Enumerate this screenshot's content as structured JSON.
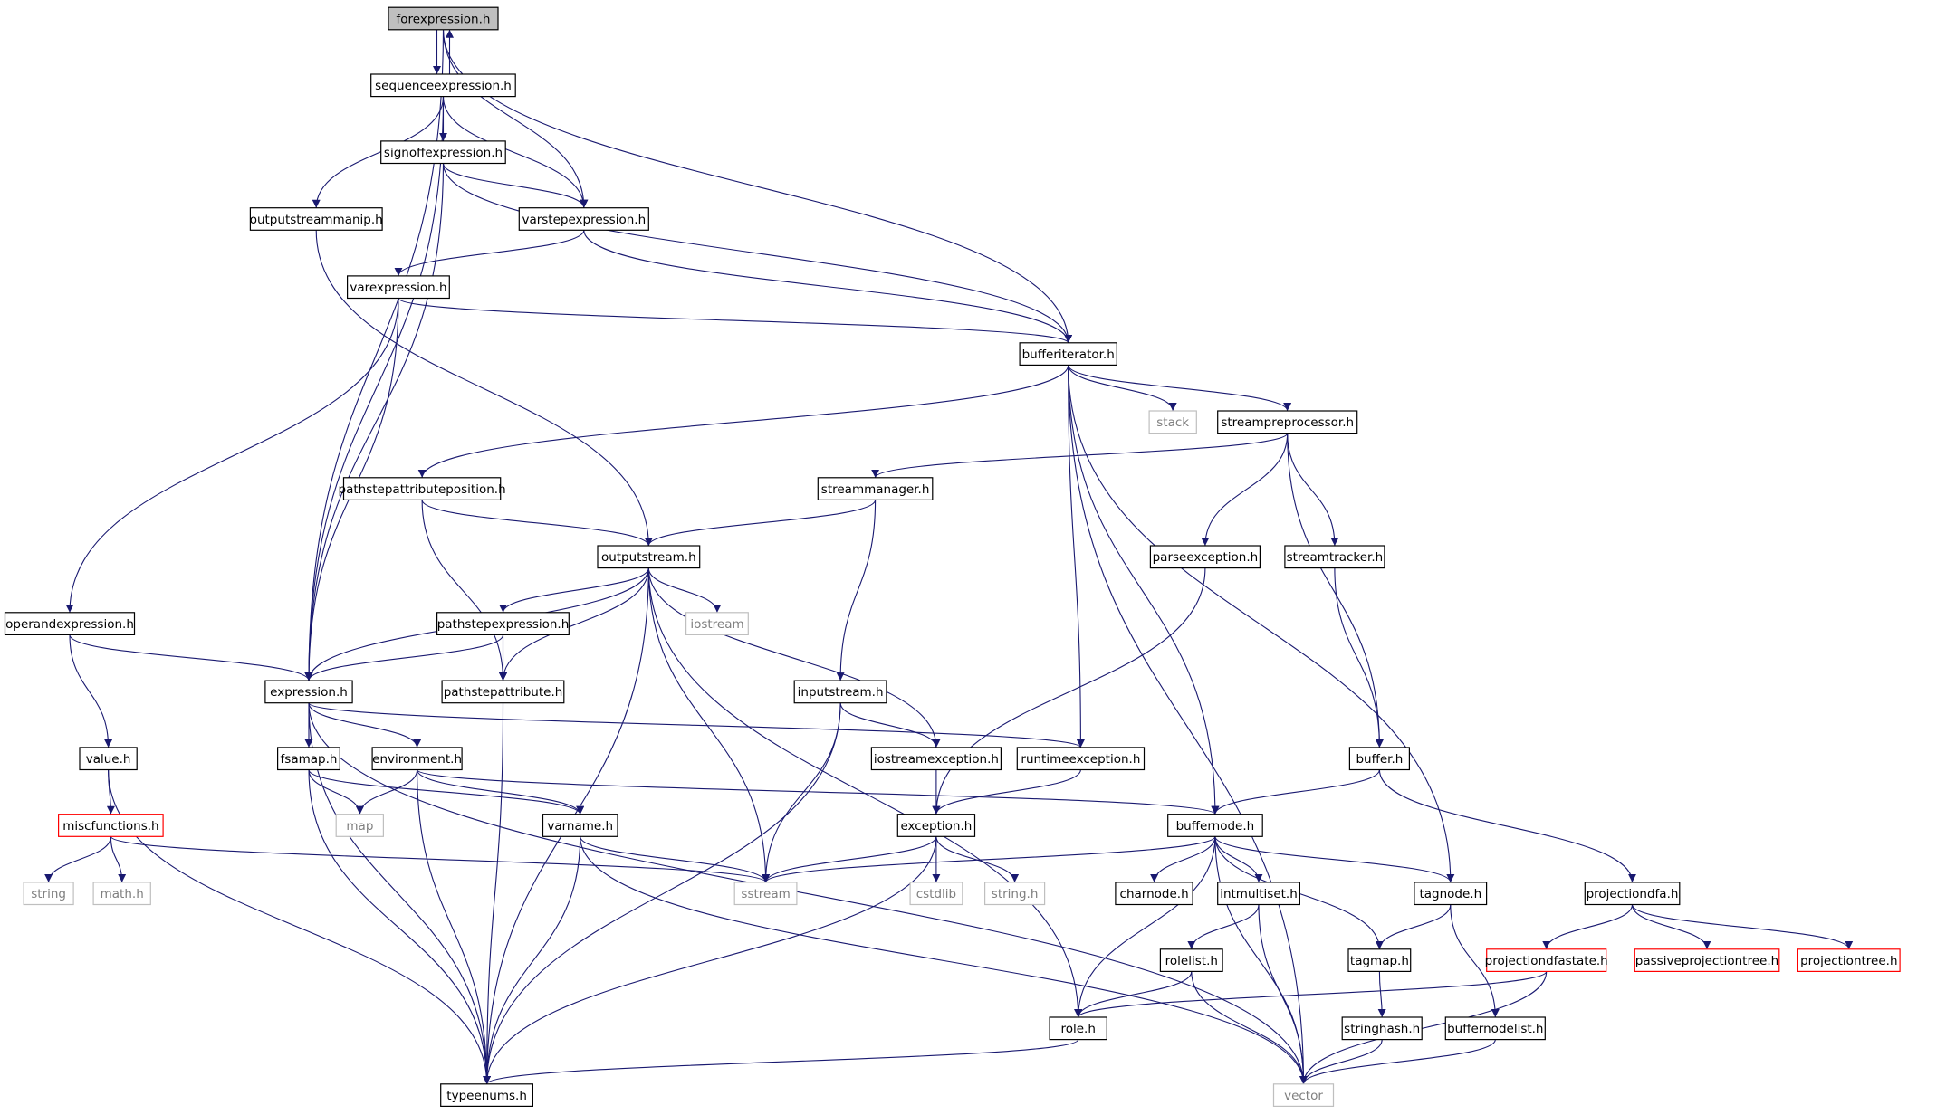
{
  "colors": {
    "edge": "#191970",
    "box_border": "#000000",
    "root_fill": "#bfbfbf",
    "truncated_border": "#ff0000",
    "system_border": "#bfbfbf",
    "system_text": "#7f7f7f",
    "text": "#000000"
  },
  "nodes": [
    {
      "id": "forexpression",
      "label": "forexpression.h",
      "kind": "root"
    },
    {
      "id": "sequenceexpression",
      "label": "sequenceexpression.h",
      "kind": "normal"
    },
    {
      "id": "signoffexpression",
      "label": "signoffexpression.h",
      "kind": "normal"
    },
    {
      "id": "outputstreammanip",
      "label": "outputstreammanip.h",
      "kind": "normal"
    },
    {
      "id": "varstepexpression",
      "label": "varstepexpression.h",
      "kind": "normal"
    },
    {
      "id": "varexpression",
      "label": "varexpression.h",
      "kind": "normal"
    },
    {
      "id": "bufferiterator",
      "label": "bufferiterator.h",
      "kind": "normal"
    },
    {
      "id": "stack",
      "label": "stack",
      "kind": "system"
    },
    {
      "id": "streampreprocessor",
      "label": "streampreprocessor.h",
      "kind": "normal"
    },
    {
      "id": "pathstepattributeposition",
      "label": "pathstepattributeposition.h",
      "kind": "normal"
    },
    {
      "id": "streammanager",
      "label": "streammanager.h",
      "kind": "normal"
    },
    {
      "id": "outputstream",
      "label": "outputstream.h",
      "kind": "normal"
    },
    {
      "id": "parseexception",
      "label": "parseexception.h",
      "kind": "normal"
    },
    {
      "id": "streamtracker",
      "label": "streamtracker.h",
      "kind": "normal"
    },
    {
      "id": "operandexpression",
      "label": "operandexpression.h",
      "kind": "normal"
    },
    {
      "id": "pathstepexpression",
      "label": "pathstepexpression.h",
      "kind": "normal"
    },
    {
      "id": "iostream",
      "label": "iostream",
      "kind": "system"
    },
    {
      "id": "expression",
      "label": "expression.h",
      "kind": "normal"
    },
    {
      "id": "pathstepattribute",
      "label": "pathstepattribute.h",
      "kind": "normal"
    },
    {
      "id": "inputstream",
      "label": "inputstream.h",
      "kind": "normal"
    },
    {
      "id": "value",
      "label": "value.h",
      "kind": "normal"
    },
    {
      "id": "fsamap",
      "label": "fsamap.h",
      "kind": "normal"
    },
    {
      "id": "environment",
      "label": "environment.h",
      "kind": "normal"
    },
    {
      "id": "iostreamexception",
      "label": "iostreamexception.h",
      "kind": "normal"
    },
    {
      "id": "runtimeexception",
      "label": "runtimeexception.h",
      "kind": "normal"
    },
    {
      "id": "buffer",
      "label": "buffer.h",
      "kind": "normal"
    },
    {
      "id": "miscfunctions",
      "label": "miscfunctions.h",
      "kind": "truncated"
    },
    {
      "id": "map",
      "label": "map",
      "kind": "system"
    },
    {
      "id": "varname",
      "label": "varname.h",
      "kind": "normal"
    },
    {
      "id": "exception",
      "label": "exception.h",
      "kind": "normal"
    },
    {
      "id": "buffernode",
      "label": "buffernode.h",
      "kind": "normal"
    },
    {
      "id": "string",
      "label": "string",
      "kind": "system"
    },
    {
      "id": "math",
      "label": "math.h",
      "kind": "system"
    },
    {
      "id": "sstream",
      "label": "sstream",
      "kind": "system"
    },
    {
      "id": "cstdlib",
      "label": "cstdlib",
      "kind": "system"
    },
    {
      "id": "stringh",
      "label": "string.h",
      "kind": "system"
    },
    {
      "id": "charnode",
      "label": "charnode.h",
      "kind": "normal"
    },
    {
      "id": "intmultiset",
      "label": "intmultiset.h",
      "kind": "normal"
    },
    {
      "id": "tagnode",
      "label": "tagnode.h",
      "kind": "normal"
    },
    {
      "id": "projectiondfa",
      "label": "projectiondfa.h",
      "kind": "normal"
    },
    {
      "id": "rolelist",
      "label": "rolelist.h",
      "kind": "normal"
    },
    {
      "id": "tagmap",
      "label": "tagmap.h",
      "kind": "normal"
    },
    {
      "id": "projectiondfastate",
      "label": "projectiondfastate.h",
      "kind": "truncated"
    },
    {
      "id": "passiveprojectiontree",
      "label": "passiveprojectiontree.h",
      "kind": "truncated"
    },
    {
      "id": "projectiontree",
      "label": "projectiontree.h",
      "kind": "truncated"
    },
    {
      "id": "role",
      "label": "role.h",
      "kind": "normal"
    },
    {
      "id": "stringhash",
      "label": "stringhash.h",
      "kind": "normal"
    },
    {
      "id": "buffernodelist",
      "label": "buffernodelist.h",
      "kind": "normal"
    },
    {
      "id": "typeenums",
      "label": "typeenums.h",
      "kind": "normal"
    },
    {
      "id": "vector",
      "label": "vector",
      "kind": "system"
    }
  ],
  "edges": [
    [
      "forexpression",
      "sequenceexpression"
    ],
    [
      "sequenceexpression",
      "forexpression"
    ],
    [
      "forexpression",
      "varstepexpression"
    ],
    [
      "forexpression",
      "bufferiterator"
    ],
    [
      "forexpression",
      "expression"
    ],
    [
      "sequenceexpression",
      "signoffexpression"
    ],
    [
      "sequenceexpression",
      "outputstreammanip"
    ],
    [
      "sequenceexpression",
      "varstepexpression"
    ],
    [
      "sequenceexpression",
      "expression"
    ],
    [
      "signoffexpression",
      "varstepexpression"
    ],
    [
      "signoffexpression",
      "bufferiterator"
    ],
    [
      "signoffexpression",
      "expression"
    ],
    [
      "outputstreammanip",
      "outputstream"
    ],
    [
      "varstepexpression",
      "varexpression"
    ],
    [
      "varstepexpression",
      "bufferiterator"
    ],
    [
      "varexpression",
      "bufferiterator"
    ],
    [
      "varexpression",
      "expression"
    ],
    [
      "varexpression",
      "operandexpression"
    ],
    [
      "bufferiterator",
      "stack"
    ],
    [
      "bufferiterator",
      "streampreprocessor"
    ],
    [
      "bufferiterator",
      "pathstepattributeposition"
    ],
    [
      "bufferiterator",
      "runtimeexception"
    ],
    [
      "bufferiterator",
      "buffernode"
    ],
    [
      "bufferiterator",
      "tagnode"
    ],
    [
      "bufferiterator",
      "vector"
    ],
    [
      "streampreprocessor",
      "streammanager"
    ],
    [
      "streampreprocessor",
      "parseexception"
    ],
    [
      "streampreprocessor",
      "streamtracker"
    ],
    [
      "streampreprocessor",
      "buffer"
    ],
    [
      "pathstepattributeposition",
      "outputstream"
    ],
    [
      "pathstepattributeposition",
      "pathstepattribute"
    ],
    [
      "streammanager",
      "outputstream"
    ],
    [
      "streammanager",
      "inputstream"
    ],
    [
      "outputstream",
      "expression"
    ],
    [
      "outputstream",
      "pathstepexpression"
    ],
    [
      "outputstream",
      "iostream"
    ],
    [
      "outputstream",
      "pathstepattribute"
    ],
    [
      "outputstream",
      "sstream"
    ],
    [
      "outputstream",
      "iostreamexception"
    ],
    [
      "outputstream",
      "role"
    ],
    [
      "outputstream",
      "typeenums"
    ],
    [
      "parseexception",
      "exception"
    ],
    [
      "streamtracker",
      "buffer"
    ],
    [
      "operandexpression",
      "expression"
    ],
    [
      "operandexpression",
      "value"
    ],
    [
      "pathstepexpression",
      "expression"
    ],
    [
      "pathstepexpression",
      "pathstepattribute"
    ],
    [
      "pathstepattribute",
      "typeenums"
    ],
    [
      "expression",
      "fsamap"
    ],
    [
      "expression",
      "environment"
    ],
    [
      "expression",
      "runtimeexception"
    ],
    [
      "expression",
      "typeenums"
    ],
    [
      "expression",
      "vector"
    ],
    [
      "inputstream",
      "iostreamexception"
    ],
    [
      "inputstream",
      "sstream"
    ],
    [
      "inputstream",
      "typeenums"
    ],
    [
      "value",
      "miscfunctions"
    ],
    [
      "value",
      "typeenums"
    ],
    [
      "fsamap",
      "map"
    ],
    [
      "fsamap",
      "varname"
    ],
    [
      "fsamap",
      "typeenums"
    ],
    [
      "environment",
      "map"
    ],
    [
      "environment",
      "varname"
    ],
    [
      "environment",
      "buffernode"
    ],
    [
      "environment",
      "typeenums"
    ],
    [
      "iostreamexception",
      "exception"
    ],
    [
      "runtimeexception",
      "exception"
    ],
    [
      "buffer",
      "buffernode"
    ],
    [
      "buffer",
      "projectiondfa"
    ],
    [
      "miscfunctions",
      "string"
    ],
    [
      "miscfunctions",
      "math"
    ],
    [
      "miscfunctions",
      "sstream"
    ],
    [
      "varname",
      "sstream"
    ],
    [
      "varname",
      "typeenums"
    ],
    [
      "varname",
      "vector"
    ],
    [
      "exception",
      "sstream"
    ],
    [
      "exception",
      "cstdlib"
    ],
    [
      "exception",
      "stringh"
    ],
    [
      "exception",
      "typeenums"
    ],
    [
      "buffernode",
      "sstream"
    ],
    [
      "buffernode",
      "charnode"
    ],
    [
      "buffernode",
      "intmultiset"
    ],
    [
      "buffernode",
      "tagnode"
    ],
    [
      "buffernode",
      "tagmap"
    ],
    [
      "buffernode",
      "role"
    ],
    [
      "buffernode",
      "vector"
    ],
    [
      "intmultiset",
      "rolelist"
    ],
    [
      "intmultiset",
      "vector"
    ],
    [
      "tagnode",
      "tagmap"
    ],
    [
      "tagnode",
      "buffernodelist"
    ],
    [
      "projectiondfa",
      "projectiondfastate"
    ],
    [
      "projectiondfa",
      "passiveprojectiontree"
    ],
    [
      "projectiondfa",
      "projectiontree"
    ],
    [
      "projectiondfastate",
      "role"
    ],
    [
      "projectiondfastate",
      "vector"
    ],
    [
      "rolelist",
      "role"
    ],
    [
      "rolelist",
      "vector"
    ],
    [
      "tagmap",
      "stringhash"
    ],
    [
      "role",
      "typeenums"
    ],
    [
      "stringhash",
      "vector"
    ],
    [
      "buffernodelist",
      "vector"
    ]
  ]
}
